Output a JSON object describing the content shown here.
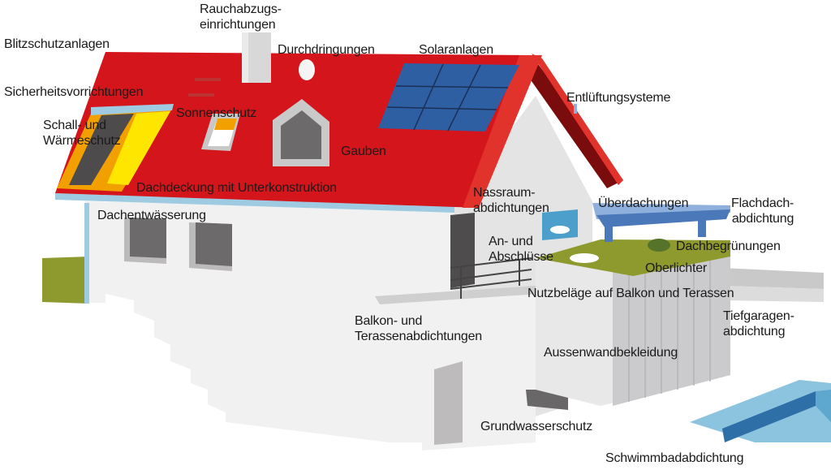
{
  "diagram": {
    "title": "Haus – Abdichtungs- und Dachbereiche",
    "colors": {
      "roof": "#d4151b",
      "roof_dark": "#7a0c0e",
      "wall": "#f0f1f0",
      "wall_shade": "#d9d9da",
      "window": "#6d6a6b",
      "solar": "#2f5fa3",
      "gutter": "#9fcbe2",
      "insulation": "#ffe600",
      "batten": "#f2a000",
      "green_roof": "#8e9a2e",
      "canopy": "#4a78b8",
      "pool": "#5ea8cf"
    },
    "labels": {
      "rauchabzug": [
        "Rauchabzugs-",
        "einrichtungen"
      ],
      "blitzschutz": "Blitzschutzanlagen",
      "durchdringungen": "Durchdringungen",
      "solar": "Solaranlagen",
      "sicherheit": "Sicherheitsvorrichtungen",
      "sonnenschutz": "Sonnenschutz",
      "schall": [
        "Schall- und",
        "Wärmeschutz"
      ],
      "entlueftung": "Entlüftungsysteme",
      "gauben": "Gauben",
      "dachdeckung": "Dachdeckung mit Unterkonstruktion",
      "nassraum": [
        "Nassraum-",
        "abdichtungen"
      ],
      "ueberdachungen": "Überdachungen",
      "flachdach": [
        "Flachdach-",
        "abdichtung"
      ],
      "dachentwaesserung": "Dachentwässerung",
      "anschluesse": [
        "An- und",
        "Abschlüsse"
      ],
      "dachbegruenungen": "Dachbegrünungen",
      "oberlichter": "Oberlichter",
      "nutzbelaege": "Nutzbeläge auf Balkon und Terassen",
      "balkon": [
        "Balkon- und",
        "Terassenabdichtungen"
      ],
      "tiefgarage": [
        "Tiefgaragen-",
        "abdichtung"
      ],
      "aussenwand": "Aussenwandbekleidung",
      "grundwasser": "Grundwasserschutz",
      "schwimmbad": "Schwimmbadabdichtung"
    }
  }
}
